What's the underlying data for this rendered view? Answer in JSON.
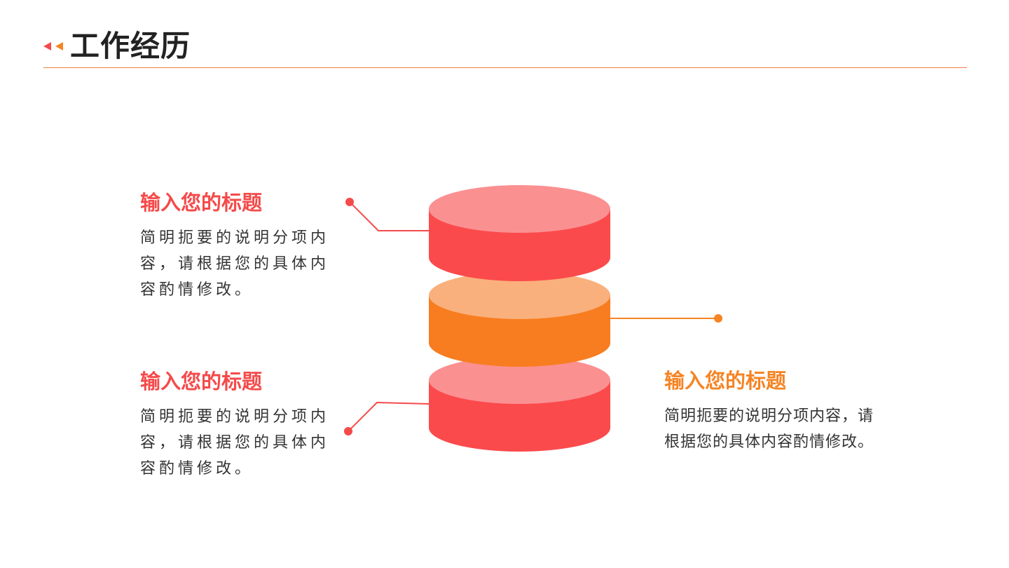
{
  "page": {
    "title": "工作经历"
  },
  "colors": {
    "red": "#fb4a4c",
    "red_top": "#fb9091",
    "orange": "#f77d20",
    "orange_top": "#fab07c",
    "title_red": "#f54a4a",
    "title_orange": "#f58424",
    "rule": "#f08040",
    "title_dark": "#222222"
  },
  "items": [
    {
      "title": "输入您的标题",
      "desc": "简明扼要的说明分项内容，请根据您的具体内容酌情修改。",
      "color": "#f54a4a"
    },
    {
      "title": "输入您的标题",
      "desc": "简明扼要的说明分项内容，请根据您的具体内容酌情修改。",
      "color": "#f54a4a"
    },
    {
      "title": "输入您的标题",
      "desc": "简明扼要的说明分项内容，请根据您的具体内容酌情修改。",
      "color": "#f58424"
    }
  ],
  "icons": {
    "header": "double-triangle-left-icon"
  }
}
